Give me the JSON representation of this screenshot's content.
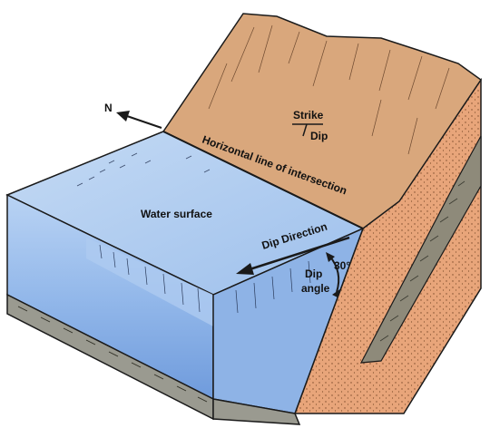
{
  "labels": {
    "north": "N",
    "strike": "Strike",
    "dip": "Dip",
    "horizontal_line": "Horizontal line of intersection",
    "water_surface": "Water surface",
    "dip_direction": "Dip Direction",
    "dip_angle_value": "30°",
    "dip_angle_line1": "Dip",
    "dip_angle_line2": "angle"
  },
  "colors": {
    "rock_face": "#d9a77c",
    "rock_side": "#e8a57a",
    "strata": "#8e8a7a",
    "water_top": "#a9c8ee",
    "water_front": "#7ea8e0",
    "water_front_light": "#b9d3f4",
    "bottom_layer": "#9a9a90",
    "outline": "#1a1a1a"
  }
}
